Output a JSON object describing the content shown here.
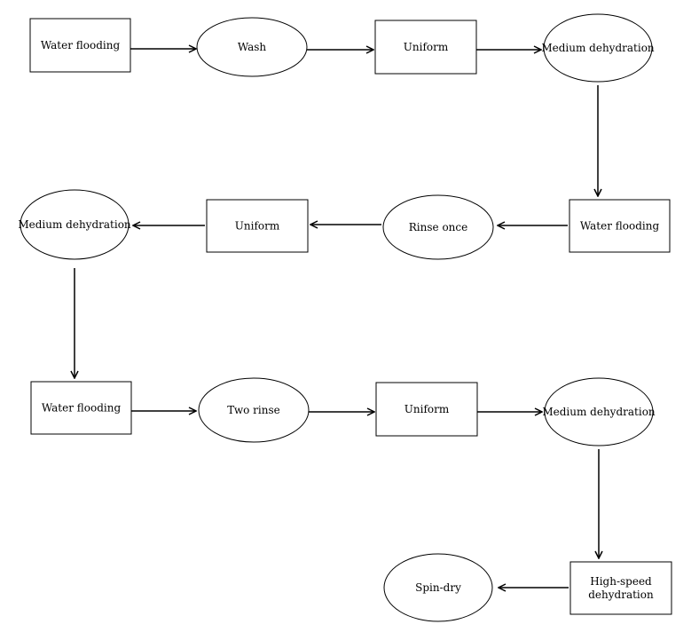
{
  "nodes": [
    {
      "id": "n1",
      "shape": "rect",
      "lines": [
        "Water flooding"
      ]
    },
    {
      "id": "n2",
      "shape": "ellipse",
      "lines": [
        "Wash"
      ]
    },
    {
      "id": "n3",
      "shape": "rect",
      "lines": [
        "Uniform"
      ]
    },
    {
      "id": "n4",
      "shape": "ellipse",
      "lines": [
        "Medium dehydration"
      ]
    },
    {
      "id": "n5",
      "shape": "rect",
      "lines": [
        "Water flooding"
      ]
    },
    {
      "id": "n6",
      "shape": "ellipse",
      "lines": [
        "Rinse once"
      ]
    },
    {
      "id": "n7",
      "shape": "rect",
      "lines": [
        "Uniform"
      ]
    },
    {
      "id": "n8",
      "shape": "ellipse",
      "lines": [
        "Medium dehydration"
      ]
    },
    {
      "id": "n9",
      "shape": "rect",
      "lines": [
        "Water flooding"
      ]
    },
    {
      "id": "n10",
      "shape": "ellipse",
      "lines": [
        "Two rinse"
      ]
    },
    {
      "id": "n11",
      "shape": "rect",
      "lines": [
        "Uniform"
      ]
    },
    {
      "id": "n12",
      "shape": "ellipse",
      "lines": [
        "Medium dehydration"
      ]
    },
    {
      "id": "n13",
      "shape": "rect",
      "lines": [
        "High-speed",
        "dehydration"
      ]
    },
    {
      "id": "n14",
      "shape": "ellipse",
      "lines": [
        "Spin-dry"
      ]
    }
  ],
  "edges": [
    {
      "from": "n1",
      "to": "n2"
    },
    {
      "from": "n2",
      "to": "n3"
    },
    {
      "from": "n3",
      "to": "n4"
    },
    {
      "from": "n4",
      "to": "n5"
    },
    {
      "from": "n5",
      "to": "n6"
    },
    {
      "from": "n6",
      "to": "n7"
    },
    {
      "from": "n7",
      "to": "n8"
    },
    {
      "from": "n8",
      "to": "n9"
    },
    {
      "from": "n9",
      "to": "n10"
    },
    {
      "from": "n10",
      "to": "n11"
    },
    {
      "from": "n11",
      "to": "n12"
    },
    {
      "from": "n12",
      "to": "n13"
    },
    {
      "from": "n13",
      "to": "n14"
    }
  ]
}
